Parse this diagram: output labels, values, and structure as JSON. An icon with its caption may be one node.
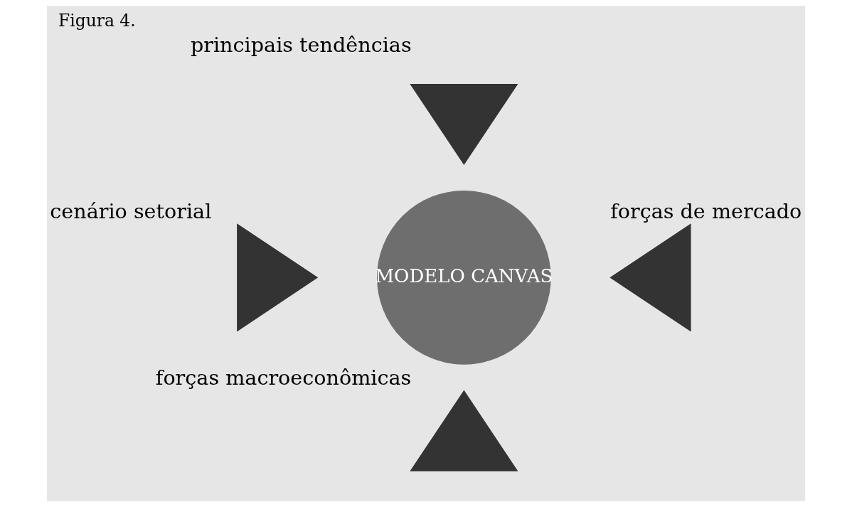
{
  "diagram": {
    "title": "Figura 4.",
    "nodes": [
      {
        "text": [],
        "shape": "triangle",
        "beside": [
          "principais tendências"
        ]
      },
      {
        "text": [],
        "shape": "triangle",
        "beside": [
          "cenário setorial"
        ]
      },
      {
        "text": [
          "MODELO CANVAS"
        ]
      },
      {
        "text": [],
        "shape": "triangle",
        "beside": [
          "forças de mercado"
        ]
      },
      {
        "text": [],
        "shape": "triangle",
        "beside": [
          "forças macroeconômicas"
        ]
      }
    ]
  }
}
